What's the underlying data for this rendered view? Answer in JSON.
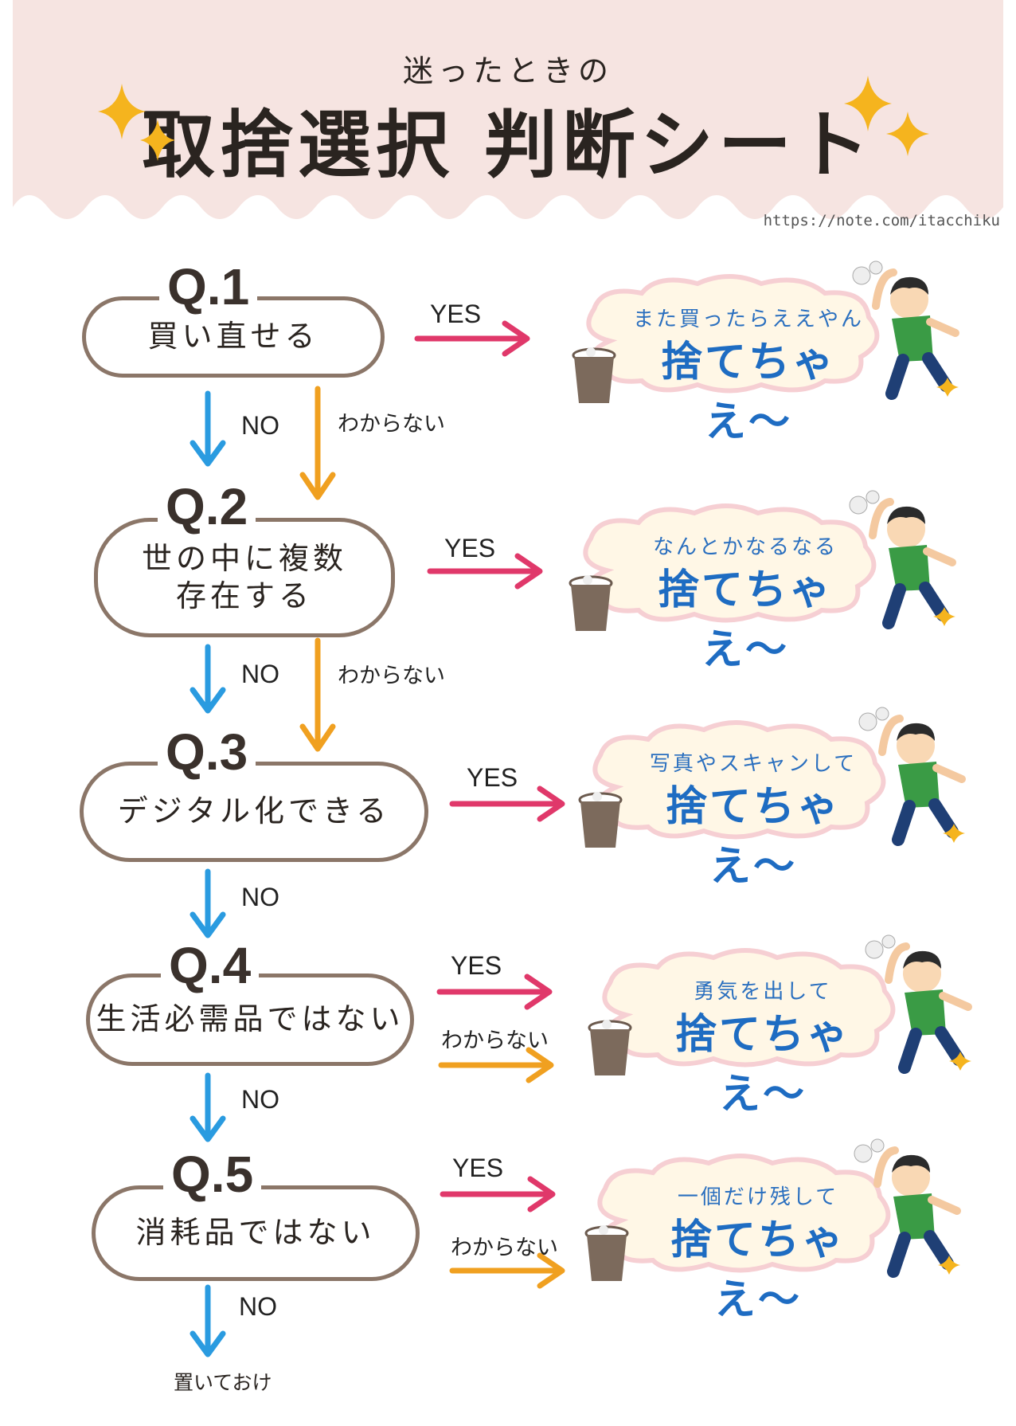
{
  "header": {
    "subtitle": "迷ったときの",
    "title": "取捨選択 判断シート",
    "url": "https://note.com/itacchiku"
  },
  "labels": {
    "yes": "YES",
    "no": "NO",
    "unknown": "わからない"
  },
  "questions": [
    {
      "num": "Q.1",
      "text": "買い直せる",
      "cloud_small": "また買ったらええやん",
      "cloud_big": "捨てちゃえ〜"
    },
    {
      "num": "Q.2",
      "text": "世の中に複数\n存在する",
      "cloud_small": "なんとかなるなる",
      "cloud_big": "捨てちゃえ〜"
    },
    {
      "num": "Q.3",
      "text": "デジタル化できる",
      "cloud_small": "写真やスキャンして",
      "cloud_big": "捨てちゃえ〜"
    },
    {
      "num": "Q.4",
      "text": "生活必需品ではない",
      "cloud_small": "勇気を出して",
      "cloud_big": "捨てちゃえ〜"
    },
    {
      "num": "Q.5",
      "text": "消耗品ではない",
      "cloud_small": "一個だけ残して",
      "cloud_big": "捨てちゃえ〜"
    }
  ],
  "final": "置いておけ",
  "colors": {
    "header_bg": "#f6e4e1",
    "box_border": "#8b7668",
    "yes_arrow": "#e0386a",
    "no_arrow": "#2a9be0",
    "unknown_arrow": "#f0a020",
    "cloud_fill": "#fff7e6",
    "cloud_border": "#f6cfd3",
    "sparkle": "#f5b41e"
  }
}
